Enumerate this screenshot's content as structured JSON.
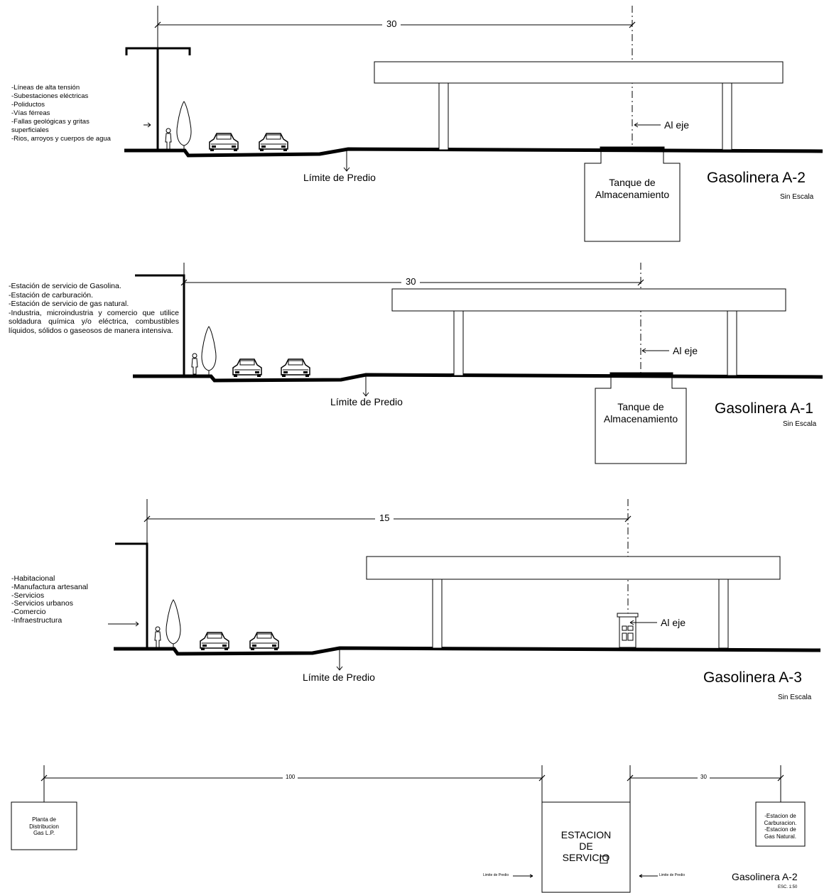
{
  "panel_a2": {
    "dimension": "30",
    "list": "-Líneas de alta tensión\n-Subestaciones eléctricas\n-Poliductos\n-Vías férreas\n-Fallas geológicas y gritas superficiales\n-Rios, arroyos y cuerpos de agua",
    "axis_label": "Al eje",
    "property_limit": "Límite de Predio",
    "tank": "Tanque de\nAlmacenamiento",
    "title": "Gasolinera A-2",
    "scale": "Sin Escala"
  },
  "panel_a1": {
    "dimension": "30",
    "list": "-Estación de servicio de Gasolina.\n-Estación de carburación.\n-Estación de servicio de gas natural.\n-Industria, microindustria y comercio que utilice soldadura química y/o eléctrica, combustibles líquidos, sólidos o gaseosos de manera intensiva.",
    "axis_label": "Al eje",
    "property_limit": "Límite de Predio",
    "tank": "Tanque de\nAlmacenamiento",
    "title": "Gasolinera A-1",
    "scale": "Sin Escala"
  },
  "panel_a3": {
    "dimension": "15",
    "list": "-Habitacional\n-Manufactura artesanal\n-Servicios\n-Servicios urbanos\n-Comercio\n-Infraestructura",
    "axis_label": "Al eje",
    "property_limit": "Límite de Predio",
    "title": "Gasolinera A-3",
    "scale": "Sin Escala"
  },
  "panel_plan": {
    "dimension_left": "100",
    "dimension_right": "30",
    "left_box": "Planta de\nDistribucion\nGas L.P.",
    "station": "ESTACION\nDE\nSERVICIO",
    "right_box": "-Estacion de\nCarburacion.\n-Estacion de\nGas Natural.",
    "limit_left": "Limite de Predio",
    "limit_right": "Limite de Predio",
    "title": "Gasolinera A-2",
    "scale": "ESC. 1:50"
  }
}
